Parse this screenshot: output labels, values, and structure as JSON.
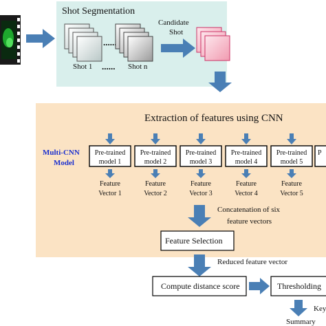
{
  "shot_segmentation": {
    "title": "Shot Segmentation",
    "candidate_label_line1": "Candidate",
    "candidate_label_line2": "Shot",
    "shot1_label": "Shot 1",
    "shotn_label": "Shot n",
    "dots_upper": "......",
    "dots_lower": "......"
  },
  "cnn_panel": {
    "title": "Extraction of features using CNN",
    "multi_cnn_line1": "Multi-CNN",
    "multi_cnn_line2": "Model",
    "models": [
      {
        "line1": "Pre-trained",
        "line2": "model 1",
        "feat1": "Feature",
        "feat2": "Vector 1"
      },
      {
        "line1": "Pre-trained",
        "line2": "model 2",
        "feat1": "Feature",
        "feat2": "Vector 2"
      },
      {
        "line1": "Pre-trained",
        "line2": "model 3",
        "feat1": "Feature",
        "feat2": "Vector 3"
      },
      {
        "line1": "Pre-trained",
        "line2": "model 4",
        "feat1": "Feature",
        "feat2": "Vector 4"
      },
      {
        "line1": "Pre-trained",
        "line2": "model 5",
        "feat1": "Feature",
        "feat2": "Vector 5"
      },
      {
        "line1": "P",
        "line2": "",
        "feat1": "",
        "feat2": ""
      }
    ],
    "concat_line1": "Concatenation of six",
    "concat_line2": "feature vectors",
    "feature_selection": "Feature Selection",
    "reduced_vector": "Reduced feature vector"
  },
  "bottom": {
    "distance_score": "Compute distance score",
    "thresholding": "Thresholding",
    "key_label": "Key",
    "summary_label": "Summary"
  },
  "colors": {
    "arrow": "#4a7fb5",
    "shot_panel": "#d9efec",
    "cnn_panel": "#fbe3c4",
    "multi_cnn_text": "#1a2fcf",
    "candidate_frame": "#f4b6c4"
  }
}
